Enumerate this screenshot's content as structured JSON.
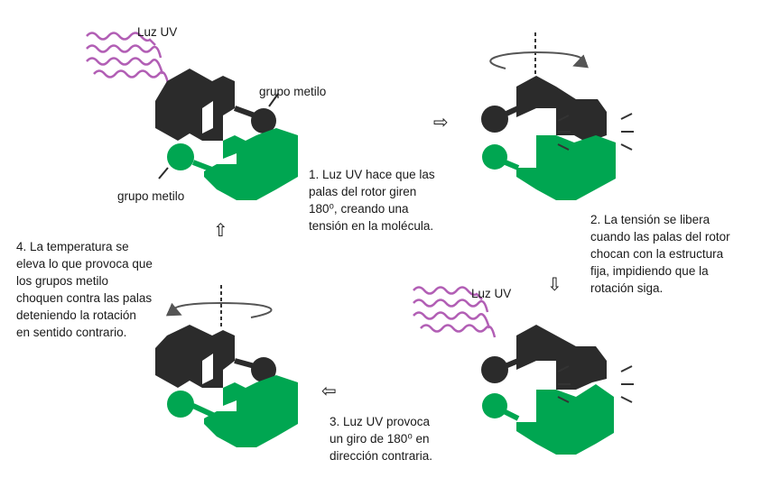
{
  "colors": {
    "dark": "#2b2b2b",
    "green": "#00a651",
    "uv_wave": "#b25fb5",
    "arrow": "#555555"
  },
  "labels": {
    "uv_top": "Luz UV",
    "uv_bottom": "Luz UV",
    "methyl_top_right": "grupo metilo",
    "methyl_left": "grupo metilo"
  },
  "steps": {
    "s1": "1. Luz UV hace que las\npalas del rotor giren\n180⁰, creando una\ntensión en la molécula.",
    "s2": "2. La tensión se libera\ncuando las palas del rotor\nchocan con la estructura\nfija, impidiendo que la\nrotación siga.",
    "s3": "3. Luz UV provoca\nun giro de 180⁰ en\ndirección contraria.",
    "s4": "4. La temperatura se\neleva lo que provoca que\nlos grupos metilo\nchoquen contra las palas\ndeteniendo la rotación\nen sentido contrario."
  },
  "arrows": {
    "right": "⇨",
    "down": "⇩",
    "left": "⇦",
    "up": "⇧"
  }
}
